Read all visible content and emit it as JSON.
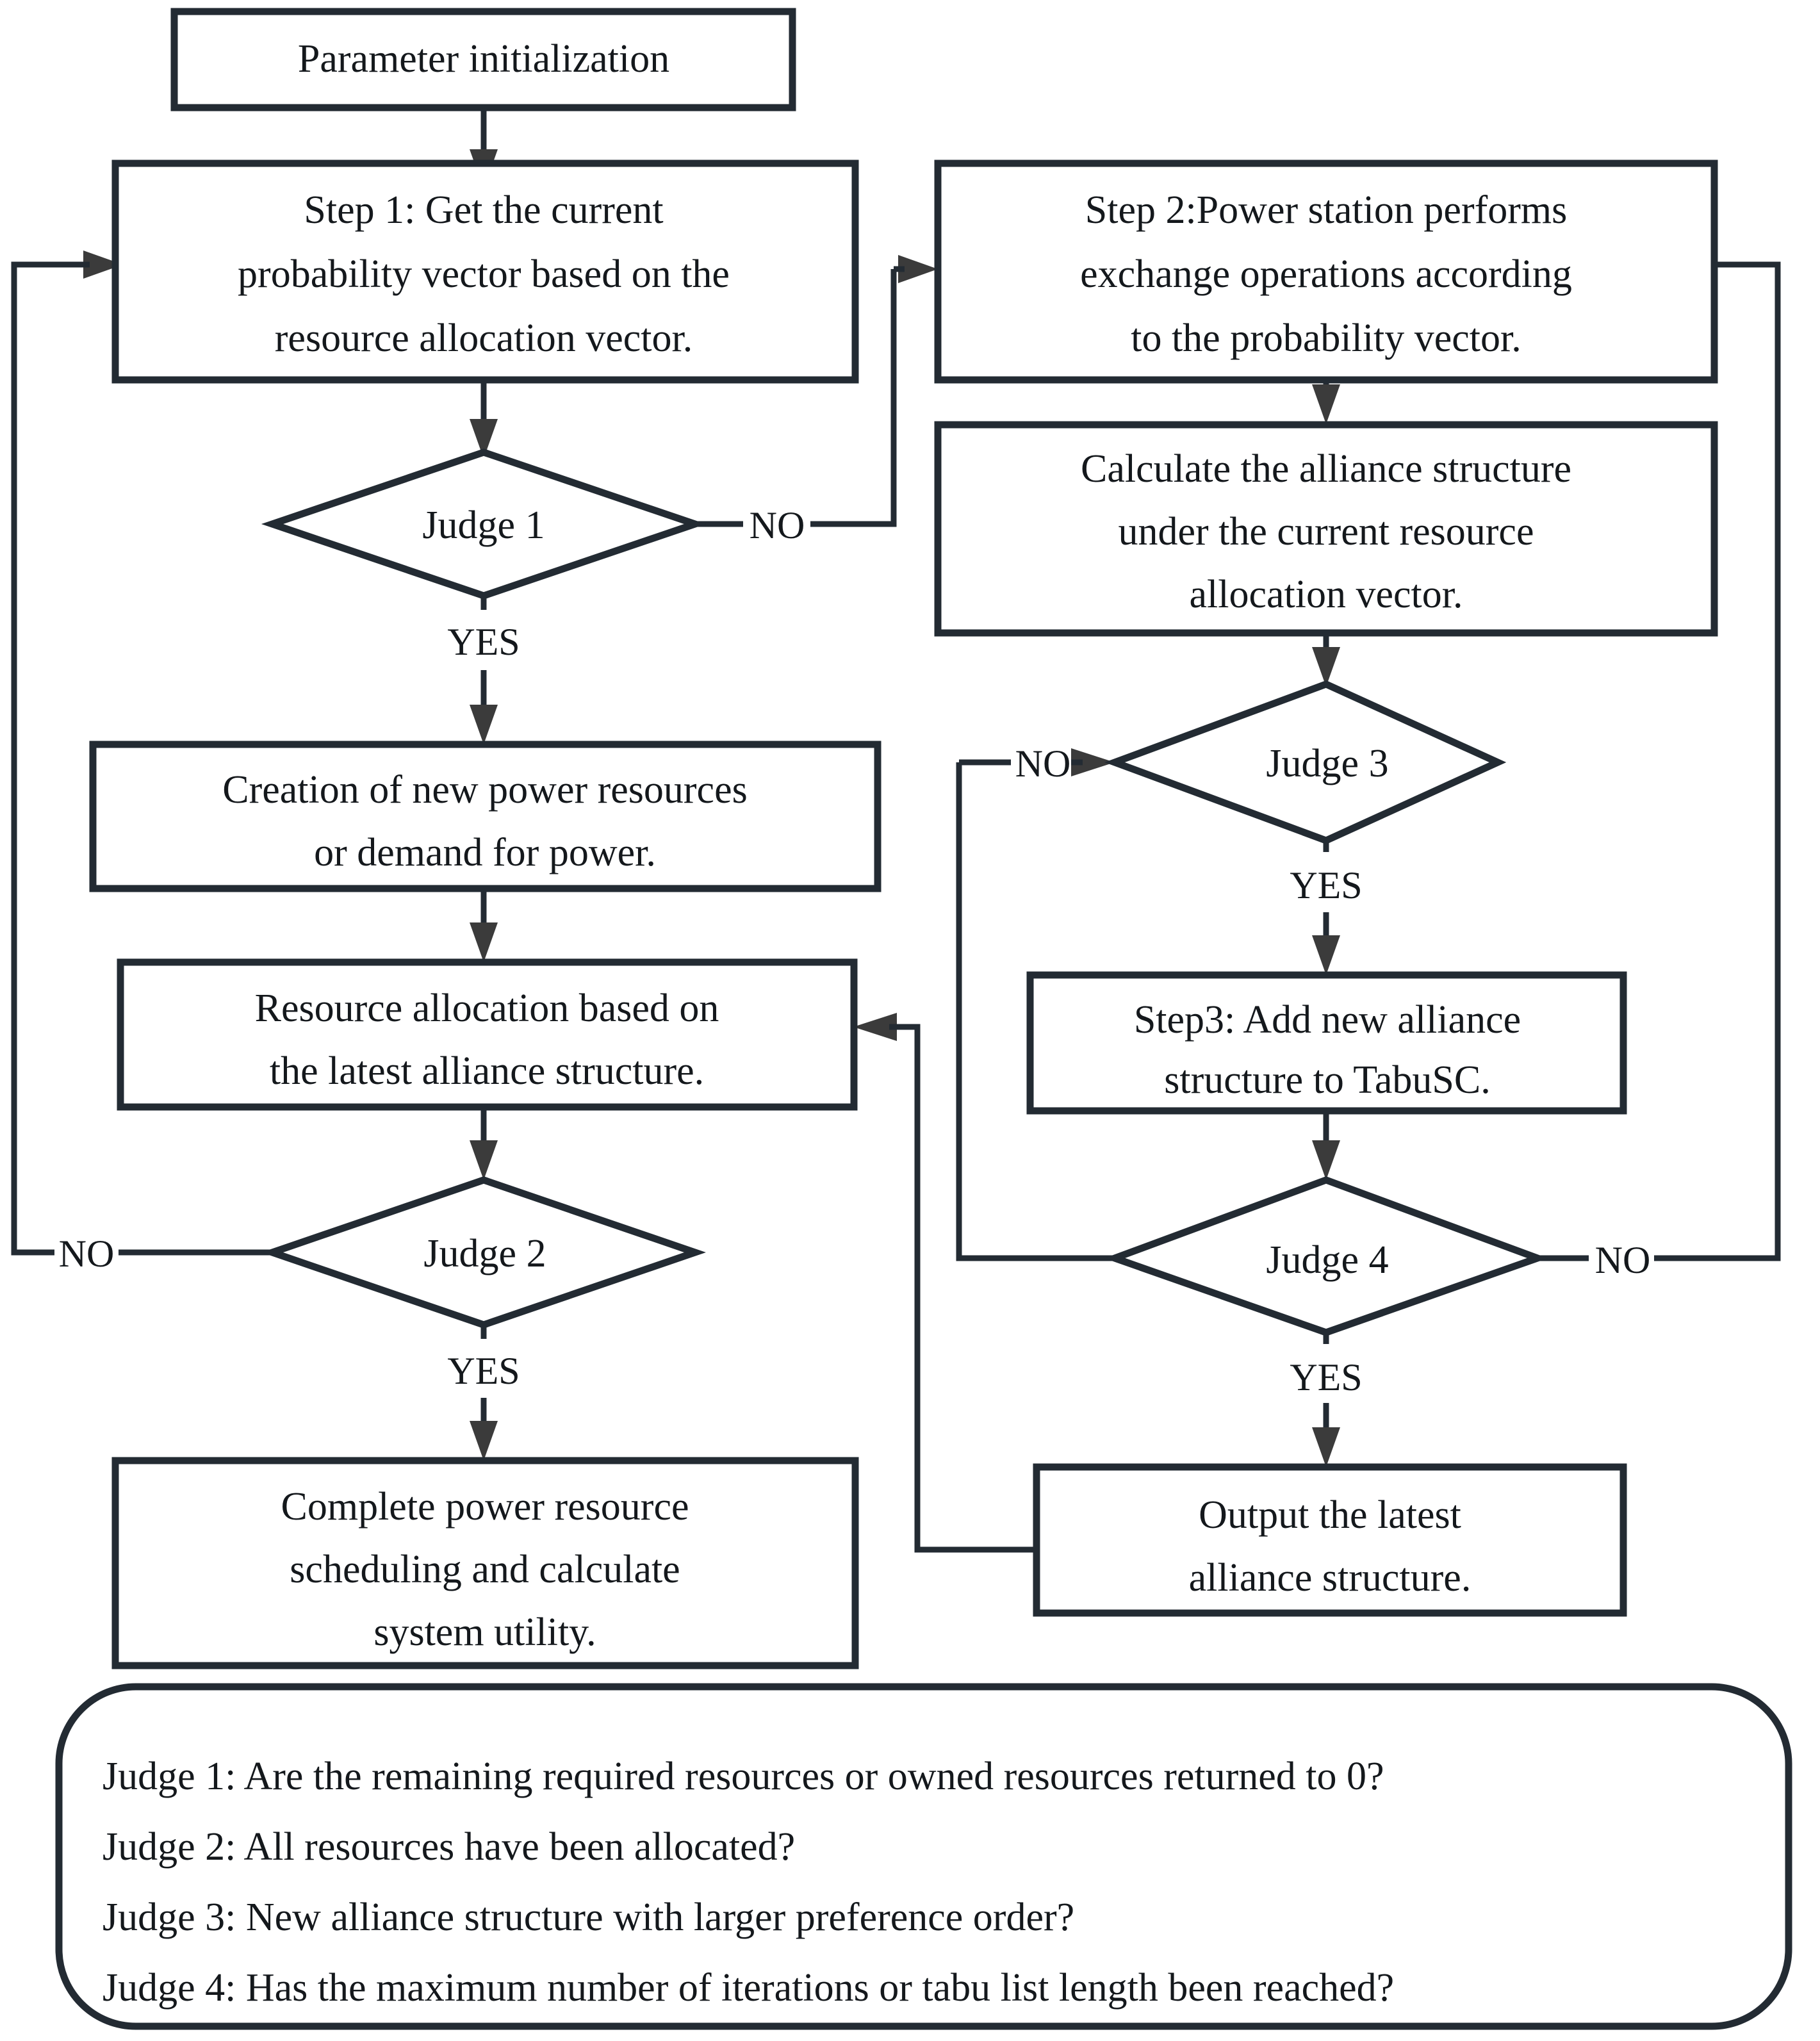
{
  "diagram": {
    "title": "Algorithm flowchart for power resource scheduling",
    "colors": {
      "stroke": "#232b33",
      "arrow_fill": "#3b3b3b",
      "text": "#14181c",
      "background": "#ffffff"
    }
  },
  "nodes": {
    "start": {
      "type": "process",
      "lines": [
        "Parameter initialization"
      ]
    },
    "step1": {
      "type": "process",
      "lines": [
        "Step 1: Get the current",
        "probability vector based on the",
        "resource allocation vector."
      ]
    },
    "step2": {
      "type": "process",
      "lines": [
        "Step 2:Power station performs",
        "exchange operations according",
        "to the probability vector."
      ]
    },
    "calc_alliance": {
      "type": "process",
      "lines": [
        "Calculate the alliance structure",
        "under the current resource",
        "allocation vector."
      ]
    },
    "creation": {
      "type": "process",
      "lines": [
        "Creation of new power resources",
        "or demand for power."
      ]
    },
    "resource_alloc": {
      "type": "process",
      "lines": [
        "Resource allocation based on",
        "the latest alliance structure."
      ]
    },
    "step3": {
      "type": "process",
      "lines": [
        "Step3: Add new alliance",
        "structure to TabuSC."
      ]
    },
    "complete": {
      "type": "process",
      "lines": [
        "Complete power resource",
        "scheduling and calculate",
        "system utility."
      ]
    },
    "output": {
      "type": "process",
      "lines": [
        "Output the latest",
        "alliance structure."
      ]
    },
    "judge1": {
      "type": "decision",
      "label": "Judge 1"
    },
    "judge2": {
      "type": "decision",
      "label": "Judge 2"
    },
    "judge3": {
      "type": "decision",
      "label": "Judge 3"
    },
    "judge4": {
      "type": "decision",
      "label": "Judge 4"
    }
  },
  "edge_labels": {
    "judge1_no": "NO",
    "judge1_yes": "YES",
    "judge2_no": "NO",
    "judge2_yes": "YES",
    "judge3_no": "NO",
    "judge3_yes": "YES",
    "judge4_no": "NO",
    "judge4_yes": "YES"
  },
  "legend": {
    "lines": [
      "Judge 1: Are the remaining required resources or owned resources returned to 0?",
      "Judge 2: All resources have been allocated?",
      "Judge 3: New alliance structure with larger preference order?",
      "Judge 4: Has the maximum number of iterations or tabu list length been reached?"
    ]
  }
}
